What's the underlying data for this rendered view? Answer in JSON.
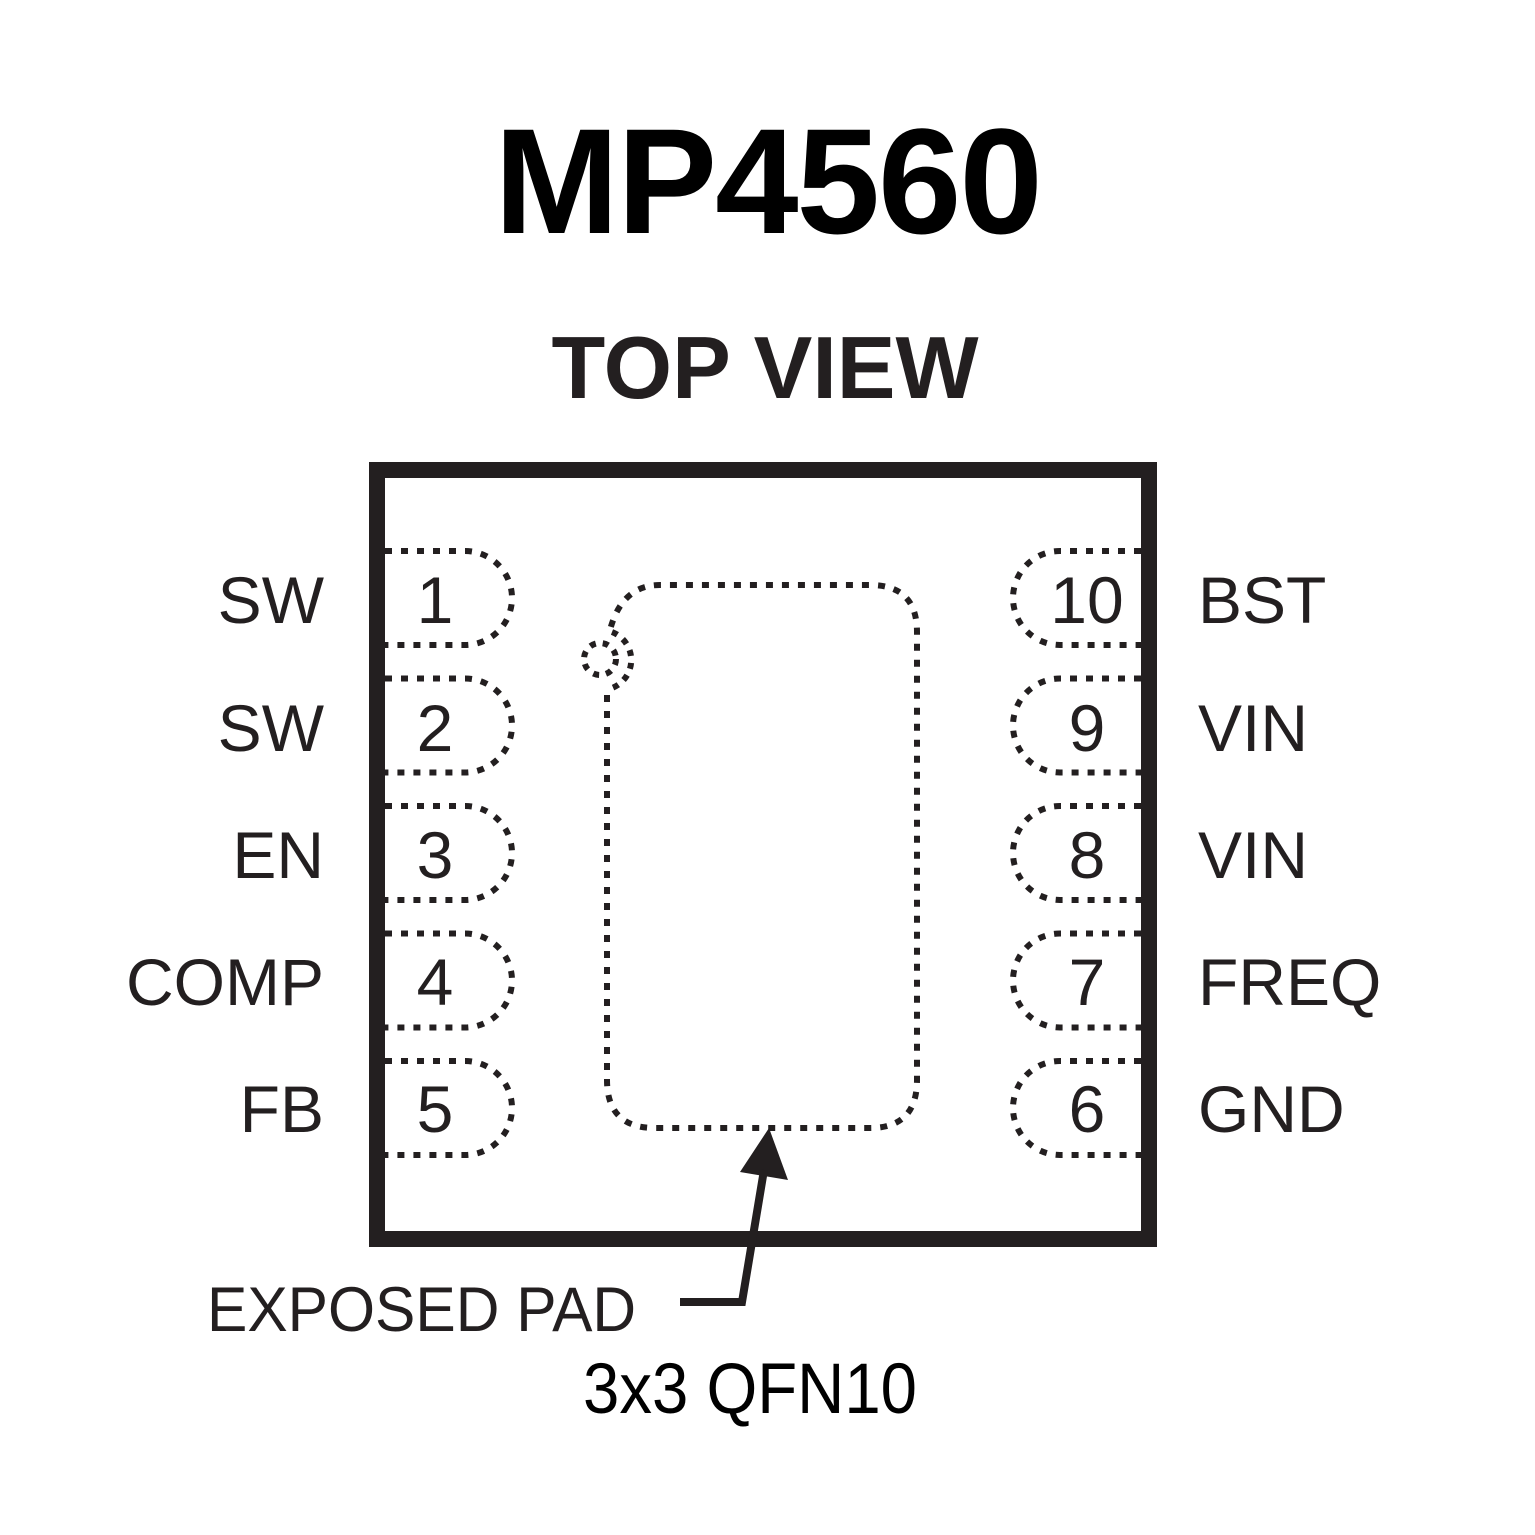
{
  "title": "MP4560",
  "subtitle": "TOP VIEW",
  "package_label": "3x3 QFN10",
  "exposed_pad_label": "EXPOSED PAD",
  "colors": {
    "ink": "#231f20",
    "title": "#000000",
    "background": "#ffffff"
  },
  "pins_left": [
    {
      "number": "1",
      "name": "SW"
    },
    {
      "number": "2",
      "name": "SW"
    },
    {
      "number": "3",
      "name": "EN"
    },
    {
      "number": "4",
      "name": "COMP"
    },
    {
      "number": "5",
      "name": "FB"
    }
  ],
  "pins_right": [
    {
      "number": "10",
      "name": "BST"
    },
    {
      "number": "9",
      "name": "VIN"
    },
    {
      "number": "8",
      "name": "VIN"
    },
    {
      "number": "7",
      "name": "FREQ"
    },
    {
      "number": "6",
      "name": "GND"
    }
  ]
}
